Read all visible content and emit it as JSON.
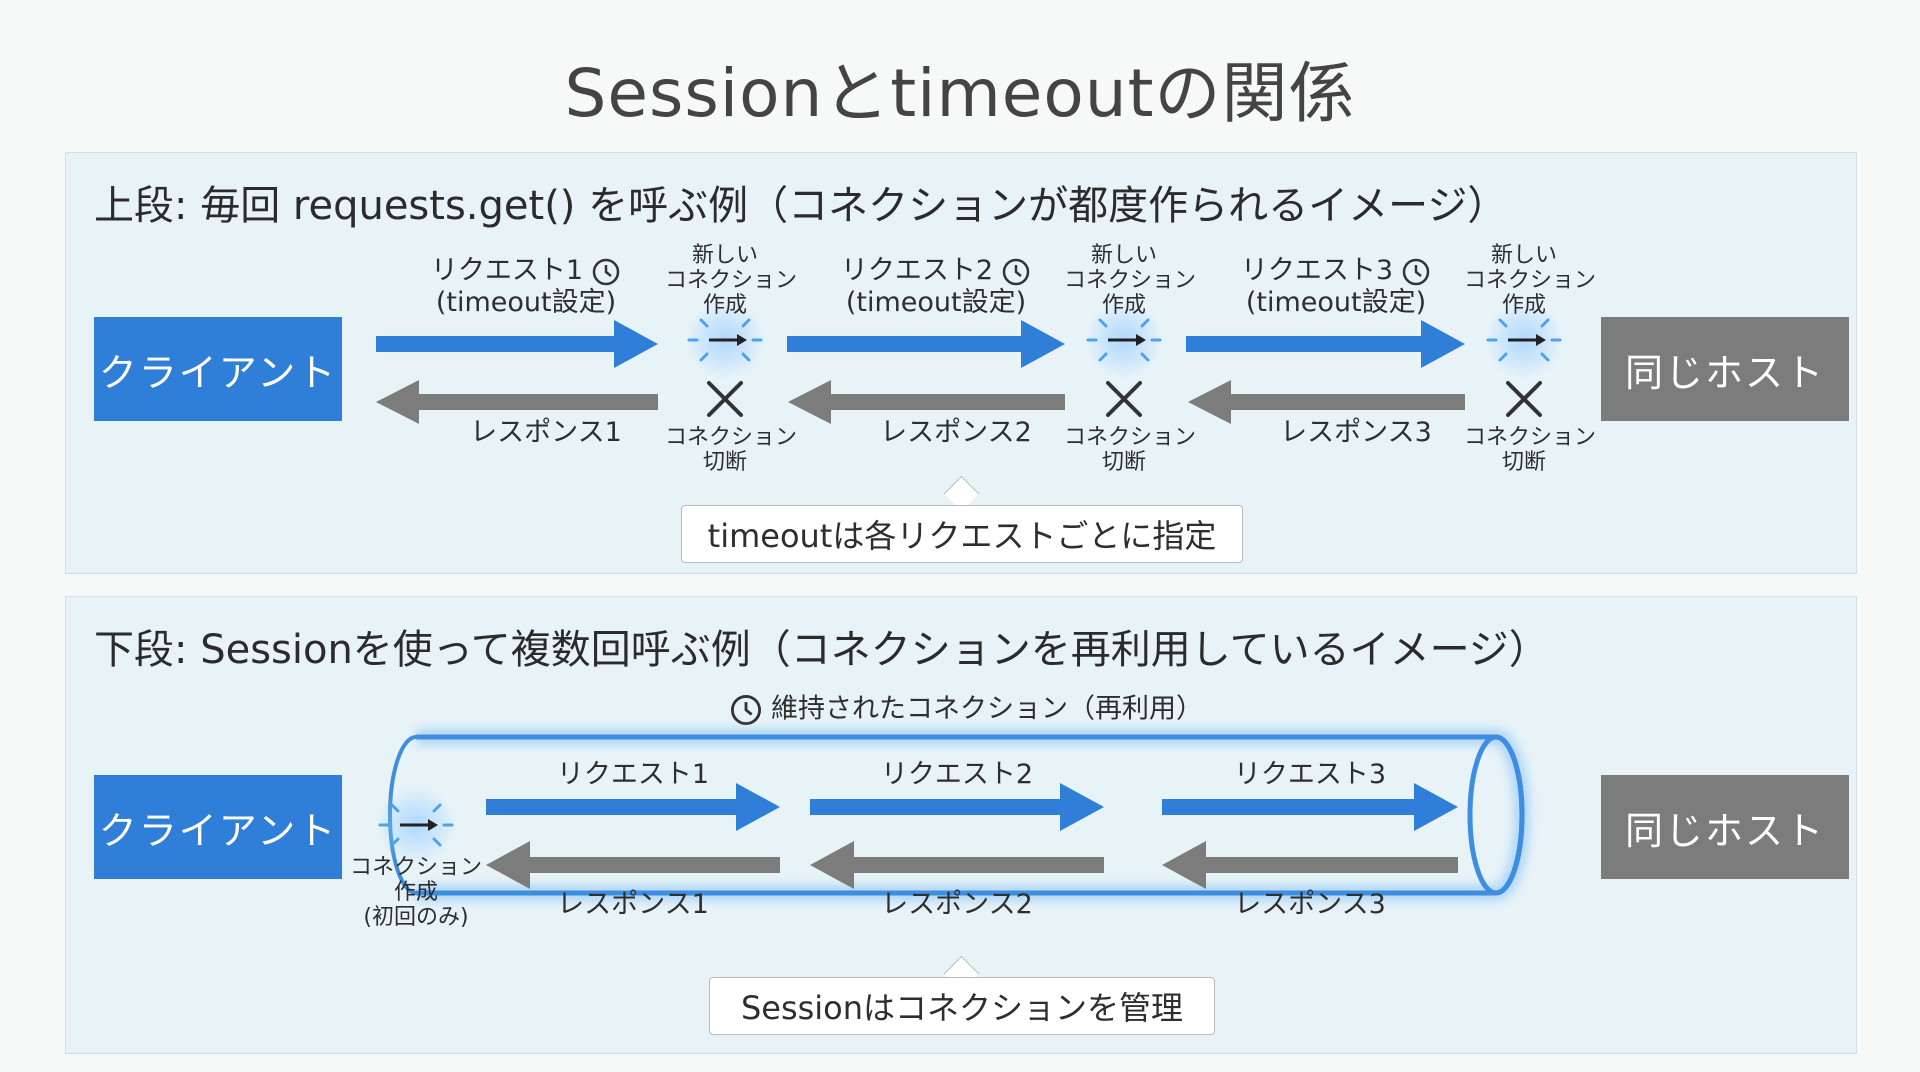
{
  "title": "Sessionとtimeoutの関係",
  "top": {
    "heading": "上段: 毎回 requests.get() を呼ぶ例（コネクションが都度作られるイメージ）",
    "client": "クライアント",
    "host": "同じホスト",
    "requests": [
      {
        "label": "リクエスト1",
        "sub": "(timeout設定)"
      },
      {
        "label": "リクエスト2",
        "sub": "(timeout設定)"
      },
      {
        "label": "リクエスト3",
        "sub": "(timeout設定)"
      }
    ],
    "responses": [
      "レスポンス1",
      "レスポンス2",
      "レスポンス3"
    ],
    "new_conn": [
      "新しい",
      "コネクション",
      "作成"
    ],
    "close_conn": [
      "コネクション",
      "切断"
    ],
    "callout": "timeoutは各リクエストごとに指定"
  },
  "bottom": {
    "heading": "下段: Sessionを使って複数回呼ぶ例（コネクションを再利用しているイメージ）",
    "client": "クライアント",
    "host": "同じホスト",
    "pipe_label": "維持されたコネクション（再利用）",
    "requests": [
      "リクエスト1",
      "リクエスト2",
      "リクエスト3"
    ],
    "responses": [
      "レスポンス1",
      "レスポンス2",
      "レスポンス3"
    ],
    "conn_create": [
      "コネクション",
      "作成",
      "(初回のみ)"
    ],
    "callout": "Sessionはコネクションを管理"
  },
  "colors": {
    "request": "#2f7fd8",
    "response": "#7c7c7c",
    "client": "#2f7fd8",
    "host": "#7c7c7c",
    "pipe": "#3d8ee0"
  }
}
